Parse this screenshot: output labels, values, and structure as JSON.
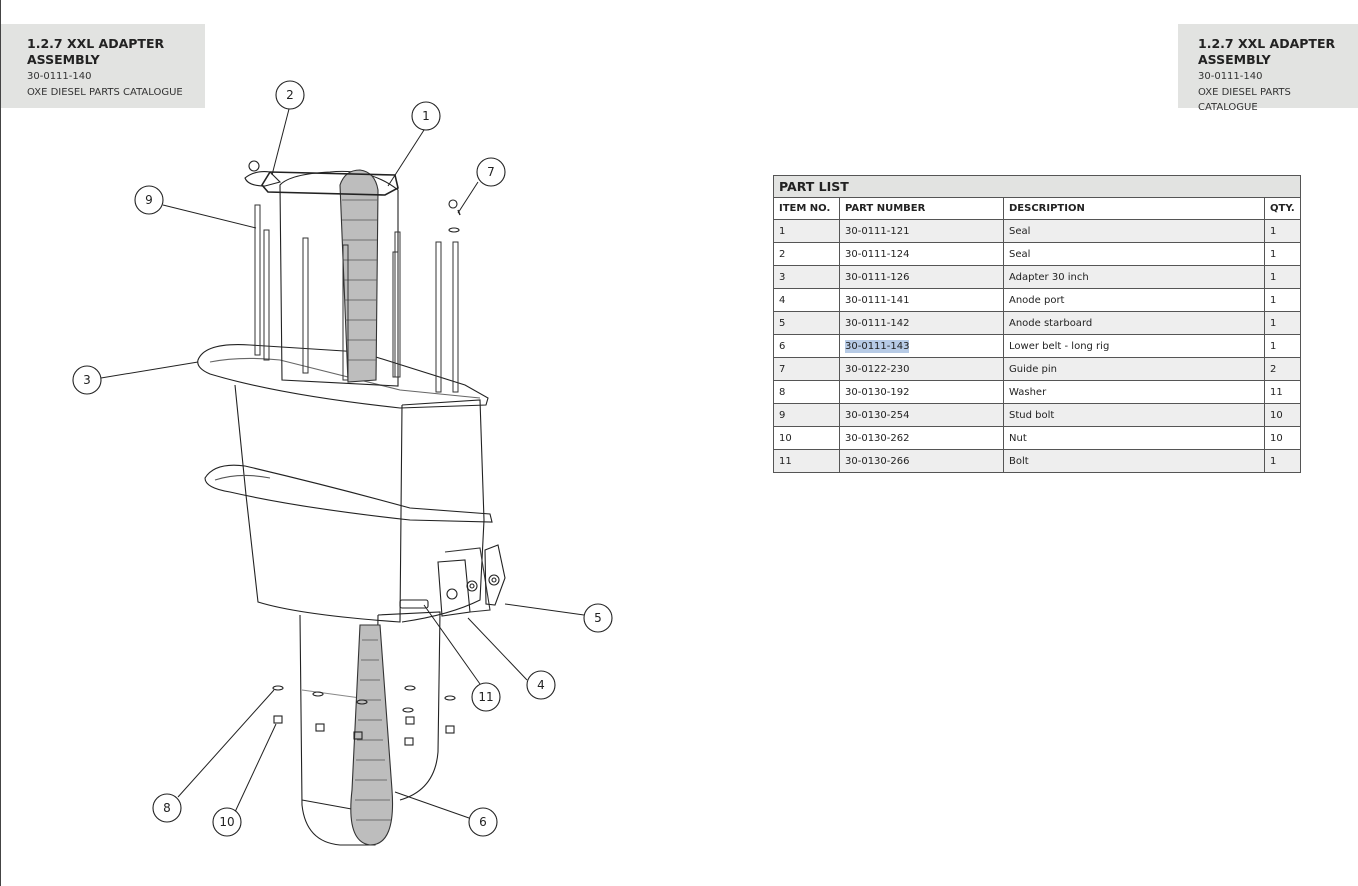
{
  "header": {
    "title_line1": "1.2.7 XXL ADAPTER",
    "title_line2": "ASSEMBLY",
    "part_no": "30-0111-140",
    "catalogue": "OXE DIESEL PARTS CATALOGUE"
  },
  "callouts": [
    "1",
    "2",
    "3",
    "4",
    "5",
    "6",
    "7",
    "8",
    "9",
    "10",
    "11"
  ],
  "part_list": {
    "title": "PART LIST",
    "columns": [
      "ITEM NO.",
      "PART NUMBER",
      "DESCRIPTION",
      "QTY."
    ],
    "rows": [
      {
        "item": "1",
        "part": "30-0111-121",
        "desc": "Seal",
        "qty": "1"
      },
      {
        "item": "2",
        "part": "30-0111-124",
        "desc": "Seal",
        "qty": "1"
      },
      {
        "item": "3",
        "part": "30-0111-126",
        "desc": "Adapter 30 inch",
        "qty": "1"
      },
      {
        "item": "4",
        "part": "30-0111-141",
        "desc": "Anode port",
        "qty": "1"
      },
      {
        "item": "5",
        "part": "30-0111-142",
        "desc": "Anode starboard",
        "qty": "1"
      },
      {
        "item": "6",
        "part": "30-0111-143",
        "desc": "Lower belt - long rig",
        "qty": "1"
      },
      {
        "item": "7",
        "part": "30-0122-230",
        "desc": "Guide pin",
        "qty": "2"
      },
      {
        "item": "8",
        "part": "30-0130-192",
        "desc": "Washer",
        "qty": "11"
      },
      {
        "item": "9",
        "part": "30-0130-254",
        "desc": "Stud bolt",
        "qty": "10"
      },
      {
        "item": "10",
        "part": "30-0130-262",
        "desc": "Nut",
        "qty": "10"
      },
      {
        "item": "11",
        "part": "30-0130-266",
        "desc": "Bolt",
        "qty": "1"
      }
    ]
  }
}
